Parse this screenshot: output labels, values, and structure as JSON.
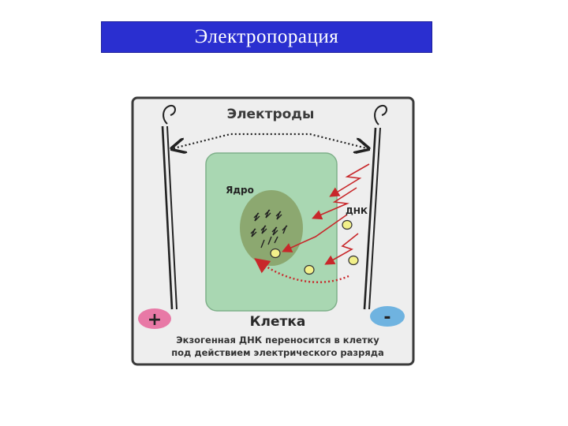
{
  "slide": {
    "title": "Электропорация"
  },
  "diagram": {
    "electrodes_label": "Электроды",
    "nucleus_label": "Ядро",
    "dna_label": "ДНК",
    "cell_label": "Клетка",
    "plus_label": "+",
    "minus_label": "-",
    "caption_line1": "Экзогенная ДНК переносится в клетку",
    "caption_line2": "под действием электрического разряда",
    "colors": {
      "title_bg": "#2a2fd0",
      "panel_bg": "#eeeeee",
      "cell_fill": "#a9d7b2",
      "nucleus_fill": "#8aa56d",
      "dna_dot": "#f2f08a",
      "arrow_red": "#c8272a",
      "plus_badge": "#e879a6",
      "minus_badge": "#6fb3e0"
    }
  }
}
